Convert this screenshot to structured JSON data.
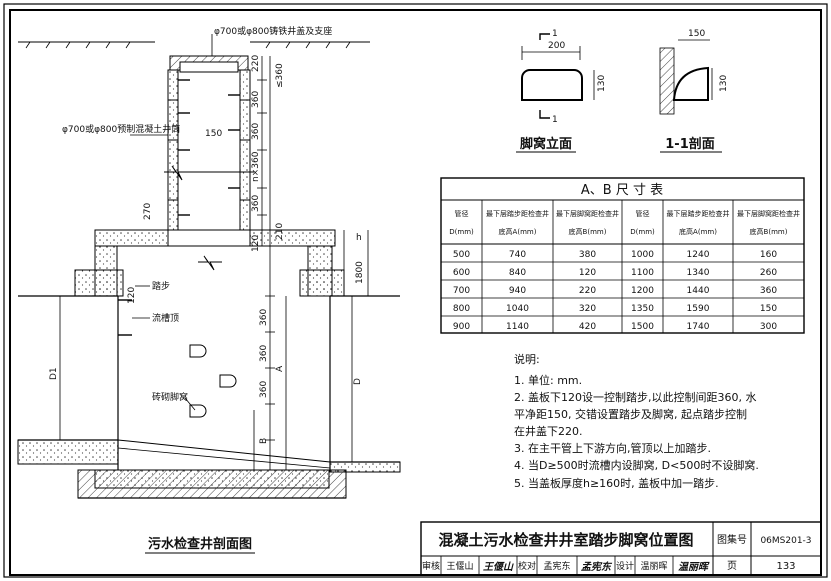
{
  "drawing": {
    "main_title": "污水检查井剖面图",
    "section_labels": {
      "cover": "φ700或φ800铸铁井盖及支座",
      "precast": "φ700或φ800预制混凝土井筒",
      "step": "踏步",
      "channel": "流槽顶",
      "foothold": "砖砌脚窝"
    },
    "dims": {
      "d220": "220",
      "d360a": "≤360",
      "d360b": "360",
      "d360c": "360",
      "dn360": "n×360",
      "d360d": "360",
      "d210": "210",
      "d120": "120",
      "d150": "150",
      "d270": "270",
      "dh": "h",
      "d1800": "1800",
      "d120b": "120",
      "d360e": "360",
      "d360f": "360",
      "d360g": "360",
      "dA": "A",
      "dB": "B",
      "dD1": "D1",
      "dD": "D"
    }
  },
  "details": {
    "elevation_title": "脚窝立面",
    "section_title": "1-1剖面",
    "d200": "200",
    "d130a": "130",
    "d150": "150",
    "d130b": "130",
    "mark1a": "1",
    "mark1b": "1"
  },
  "table": {
    "title": "A、B 尺 寸 表",
    "headers": [
      [
        "管径",
        "D(mm)"
      ],
      [
        "最下层踏步距检查井",
        "底高A(mm)"
      ],
      [
        "最下层脚窝距检查井",
        "底高B(mm)"
      ],
      [
        "管径",
        "D(mm)"
      ],
      [
        "最下层踏步距检查井",
        "底高A(mm)"
      ],
      [
        "最下层脚窝距检查井",
        "底高B(mm)"
      ]
    ],
    "rows": [
      [
        "500",
        "740",
        "380",
        "1000",
        "1240",
        "160"
      ],
      [
        "600",
        "840",
        "120",
        "1100",
        "1340",
        "260"
      ],
      [
        "700",
        "940",
        "220",
        "1200",
        "1440",
        "360"
      ],
      [
        "800",
        "1040",
        "320",
        "1350",
        "1590",
        "150"
      ],
      [
        "900",
        "1140",
        "420",
        "1500",
        "1740",
        "300"
      ]
    ]
  },
  "notes": {
    "heading": "说明:",
    "items": [
      "1. 单位: mm.",
      "2. 盖板下120设一控制踏步,以此控制间距360, 水",
      "    平净距150, 交错设置踏步及脚窝, 起点踏步控制",
      "    在井盖下220.",
      "3. 在主干管上下游方向,管顶以上加踏步.",
      "4. 当D≥500时流槽内设脚窝, D<500时不设脚窝.",
      "5. 当盖板厚度h≥160时, 盖板中加一踏步."
    ]
  },
  "titleblock": {
    "title": "混凝土污水检查井井室踏步脚窝位置图",
    "atlas_label": "图集号",
    "atlas_no": "06MS201-3",
    "review_label": "审核",
    "review_name": "王偃山",
    "review_sign": "王偃山",
    "check_label": "校对",
    "check_name": "孟宪东",
    "check_sign": "孟宪东",
    "design_label": "设计",
    "design_name": "温丽晖",
    "design_sign": "温丽晖",
    "page_label": "页",
    "page_no": "133"
  }
}
